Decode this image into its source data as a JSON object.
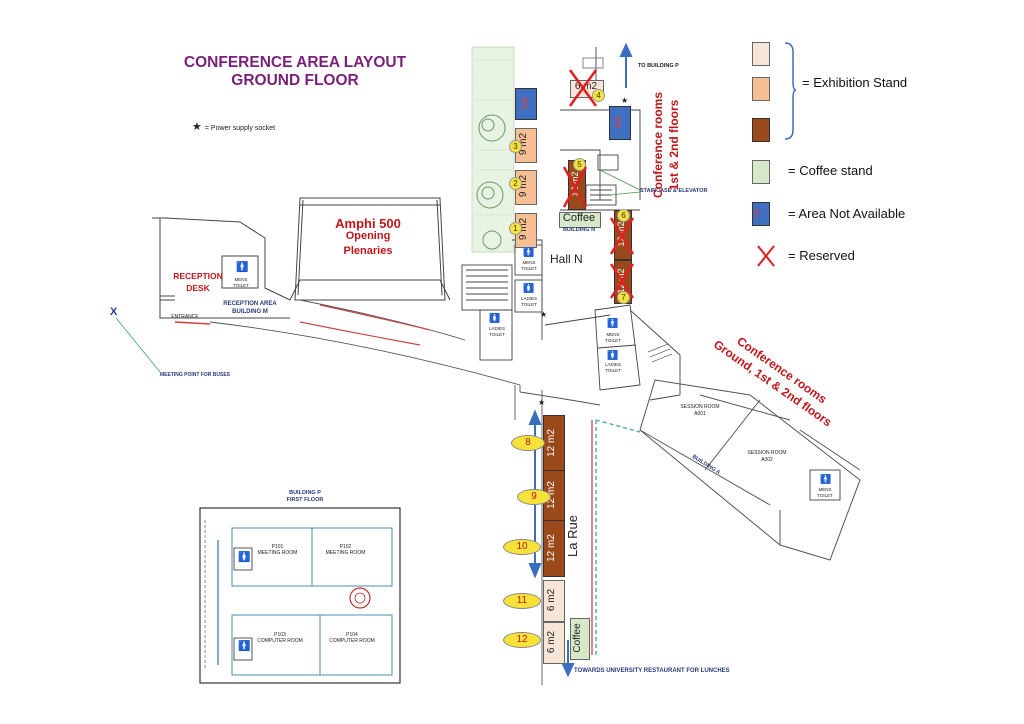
{
  "title": {
    "line1": "CONFERENCE AREA LAYOUT",
    "line2": "GROUND FLOOR"
  },
  "power_note": "= Power supply socket",
  "legend": {
    "exhibition": "= Exhibition Stand",
    "coffee": "= Coffee stand",
    "na": "= Area Not Available",
    "reserved": "= Reserved",
    "na_text": "NA"
  },
  "colors": {
    "light_stand": "#f7e6d8",
    "mid_stand": "#f7bf94",
    "dark_stand": "#9a4a1a",
    "coffee": "#d6e8c8",
    "na": "#3f6fc0",
    "reserved": "#e02020",
    "path": "#3a6fc0",
    "title": "#7a1f7a",
    "label_red": "#c0161a"
  },
  "labels": {
    "amphi": "Amphi 500",
    "opening": "Opening",
    "plenaries": "Plenaries",
    "reception_desk_1": "RECEPTION",
    "reception_desk_2": "DESK",
    "reception_area_1": "RECEPTION AREA",
    "reception_area_2": "BUILDING M",
    "entrance": "ENTRANCE",
    "mens_toilet_1": "MENS",
    "mens_toilet_2": "TOILET",
    "ladies_toilet_1": "LADIES",
    "ladies_toilet_2": "TOILET",
    "meeting_point": "MEETING POINT FOR BUSES",
    "x_mark": "X",
    "hall_n": "Hall N",
    "building_n": "BUILDING N",
    "to_building_p": "TO BUILDING P",
    "staircase": "STAIRCASE & ELEVATOR",
    "conf_rooms_n_1": "Conference rooms",
    "conf_rooms_n_2": "1st & 2nd floors",
    "conf_rooms_a_1": "Conference rooms",
    "conf_rooms_a_2": "Ground, 1st & 2nd floors",
    "session_a001_1": "SESSION ROOM",
    "session_a001_2": "A001",
    "session_a002_1": "SESSION ROOM",
    "session_a002_2": "A002",
    "building_a": "BUILDING A",
    "la_rue": "La Rue",
    "coffee": "Coffee",
    "towards_restaurant": "TOWARDS UNIVERSITY RESTAURANT FOR LUNCHES",
    "building_p_1": "BUILDING P",
    "building_p_2": "FIRST FLOOR",
    "p101_1": "P101",
    "p101_2": "MEETING ROOM",
    "p102_1": "P102",
    "p102_2": "MEETING ROOM",
    "p103_1": "P103",
    "p103_2": "COMPUTER ROOM",
    "p104_1": "P104",
    "p104_2": "COMPUTER ROOM"
  },
  "stands": {
    "s1_size": "9 m2",
    "s2_size": "9 m2",
    "s3_size": "9 m2",
    "s4_size": "6 m2",
    "s5_size": "12 m2",
    "s6_size": "12 m2",
    "s7_size": "12 m2",
    "s8_size": "12 m2",
    "s9_size": "12 m2",
    "s10_size": "12 m2",
    "s11_size": "6 m2",
    "s12_size": "6 m2",
    "n1": "1",
    "n2": "2",
    "n3": "3",
    "n4": "4",
    "n5": "5",
    "n6": "6",
    "n7": "7",
    "n8": "8",
    "n9": "9",
    "n10": "10",
    "n11": "11",
    "n12": "12"
  }
}
